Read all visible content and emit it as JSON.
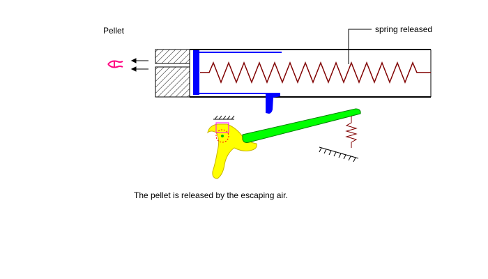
{
  "labels": {
    "pellet": "Pellet",
    "spring": "spring released",
    "caption": "The pellet is released by the escaping air."
  },
  "colors": {
    "background": "#ffffff",
    "outline": "#000000",
    "piston": "#0000ff",
    "spring": "#800000",
    "pellet": "#ff0080",
    "lever": "#00ff00",
    "trigger": "#ffff00",
    "trigger_outline": "#c8b400",
    "pivot_box": "#ff00ff"
  },
  "icons": {
    "airflow": "left-arrow-icon",
    "pellet": "pellet-icon",
    "hatch": "hatched-block"
  }
}
